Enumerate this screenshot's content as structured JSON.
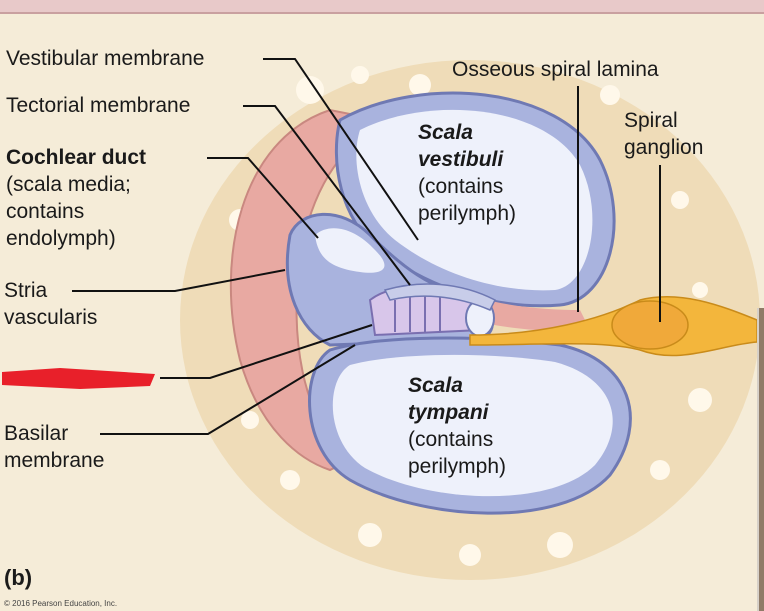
{
  "labels": {
    "vestibular_membrane": "Vestibular membrane",
    "tectorial_membrane": "Tectorial membrane",
    "cochlear_duct_bold": "Cochlear duct",
    "scala_media_line": "(scala media;",
    "contains": "contains",
    "endolymph": "endolymph)",
    "stria_1": "Stria",
    "stria_2": "vascularis",
    "basilar_1": "Basilar",
    "basilar_2": "membrane",
    "osseous": "Osseous spiral lamina",
    "spiral_1": "Spiral",
    "spiral_2": "ganglion",
    "sv_1": "Scala",
    "sv_2": "vestibuli",
    "sv_3": "(contains",
    "sv_4": "perilymph)",
    "st_1": "Scala",
    "st_2": "tympani",
    "st_3": "(contains",
    "st_4": "perilymph)",
    "panel": "(b)",
    "copyright": "© 2016 Pearson Education, Inc."
  },
  "colors": {
    "bone": "#f1e2c4",
    "wall": "#e8a9a2",
    "membrane": "#a9b3de",
    "fluid": "#eef1fb",
    "nerve": "#f3b63c",
    "redaction": "#e8202a"
  }
}
